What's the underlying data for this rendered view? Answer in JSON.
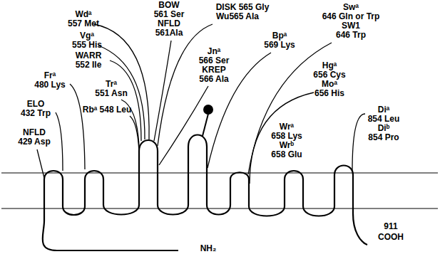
{
  "diagram": {
    "labels": [
      "BOW",
      "561 Ser",
      "NFLD",
      "561Ala",
      "DISK 565 Gly",
      "Wu565 Ala",
      "Wdᵃ",
      "557 Met",
      "Vgᵃ",
      "555 His",
      "WARR",
      "552 Ile",
      "Frᵃ",
      "480 Lys",
      "Trᵃ",
      "551 Asn",
      "Rbᵃ 548 Leu",
      "ELO",
      "432 Trp",
      "NFLD",
      "429 Asp",
      "Jnᵃ",
      "566 Ser",
      "KREP",
      "566 Ala",
      "Bpᵃ",
      "569 Lys",
      "Swᵃ",
      "646 Gln or Trp",
      "SW1",
      "646 Trp",
      "Hgᵃ",
      "656 Cys",
      "Moᵃ",
      "656 His",
      "Wrᵃ",
      "658 Lys",
      "Wrᵇ",
      "658 Glu",
      "Diᵃ",
      "854 Leu",
      "Diᵇ",
      "854 Pro",
      "NH₂",
      "911",
      "COOH"
    ]
  }
}
